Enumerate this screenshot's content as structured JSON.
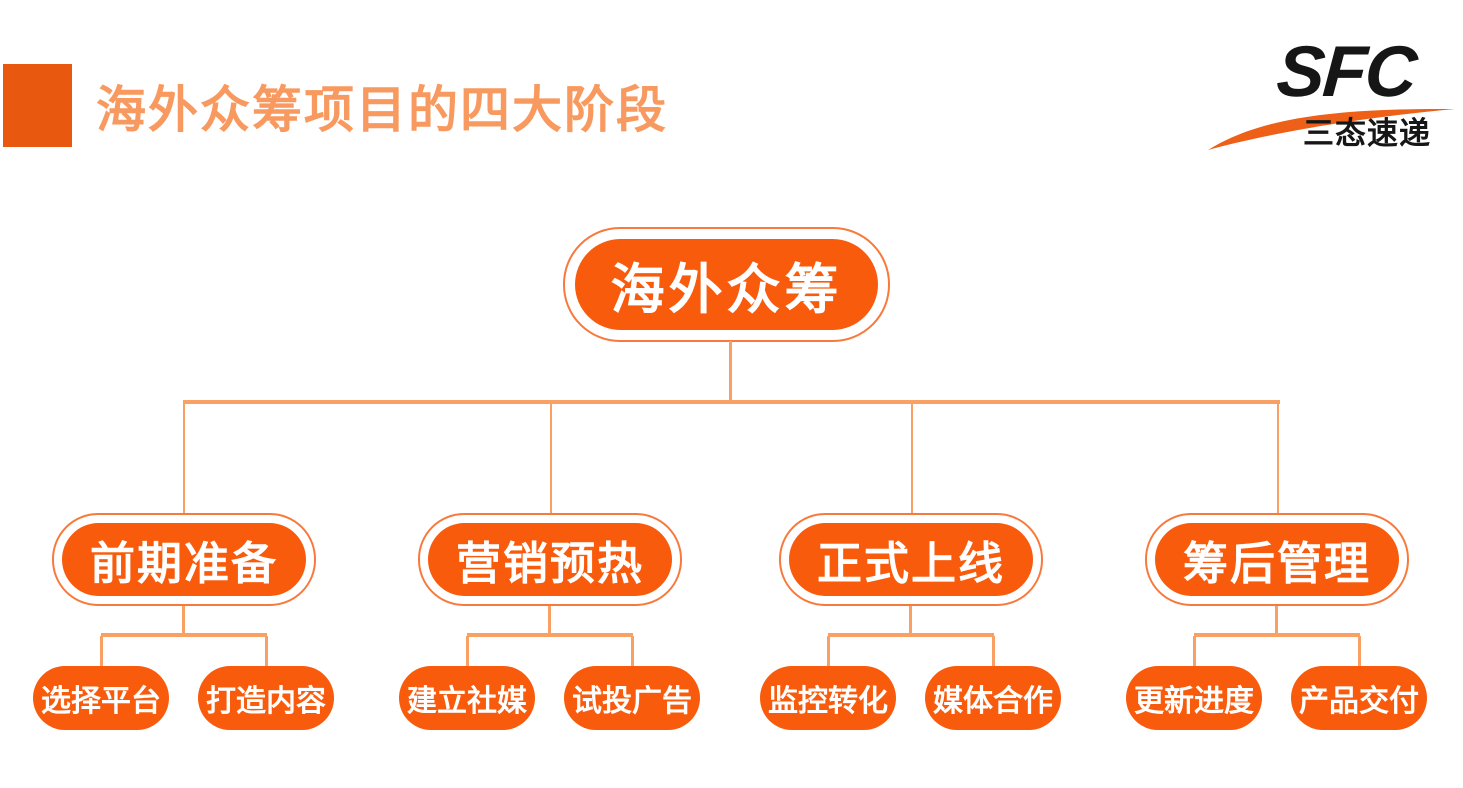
{
  "header": {
    "title": "海外众筹项目的四大阶段"
  },
  "logo": {
    "text": "SFC",
    "subtext": "三态速递"
  },
  "colors": {
    "background": "#FFFFFF",
    "accent_square": "#E8580E",
    "title_text": "#F89A60",
    "node_fill": "#F85B0C",
    "node_text": "#FFFFFF",
    "node_outline": "#F8793C",
    "connector_line": "#F9A065",
    "logo_text": "#161616",
    "logo_swoosh": "#EE5F17"
  },
  "tree": {
    "root": {
      "label": "海外众筹"
    },
    "groups": [
      {
        "label": "前期准备",
        "children": [
          "选择平台",
          "打造内容"
        ]
      },
      {
        "label": "营销预热",
        "children": [
          "建立社媒",
          "试投广告"
        ]
      },
      {
        "label": "正式上线",
        "children": [
          "监控转化",
          "媒体合作"
        ]
      },
      {
        "label": "筹后管理",
        "children": [
          "更新进度",
          "产品交付"
        ]
      }
    ]
  }
}
